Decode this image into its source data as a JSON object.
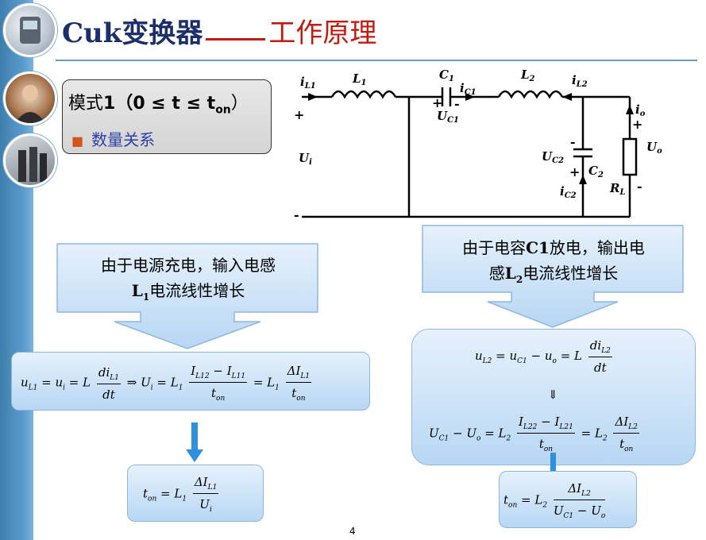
{
  "title": {
    "main": "Cuk变换器",
    "sub": "工作原理"
  },
  "mode": {
    "label": "模式",
    "number": "1",
    "condition": "（0 ≤ t ≤ t",
    "condition_sub": "on",
    "condition_end": "）",
    "sub_label": "数量关系"
  },
  "circuit": {
    "iL1": "i",
    "iL1_sub": "L1",
    "L1": "L",
    "L1_sub": "1",
    "C1": "C",
    "C1_sub": "1",
    "iC1": "i",
    "iC1_sub": "C1",
    "UC1": "U",
    "UC1_sub": "C1",
    "L2": "L",
    "L2_sub": "2",
    "iL2": "i",
    "iL2_sub": "L2",
    "io": "i",
    "io_sub": "o",
    "Uo": "U",
    "Uo_sub": "o",
    "UC2": "U",
    "UC2_sub": "C2",
    "C2": "C",
    "C2_sub": "2",
    "RL": "R",
    "RL_sub": "L",
    "iC2": "i",
    "iC2_sub": "C2",
    "Ui": "U",
    "Ui_sub": "i",
    "plus": "+",
    "minus": "-"
  },
  "left_note": {
    "line1": "由于电源充电，输入电感",
    "line2_prefix": "L",
    "line2_sub": "1",
    "line2_suffix": "电流线性增长"
  },
  "right_note": {
    "line1_prefix": "由于电容",
    "line1_bold": "C1",
    "line1_suffix": "放电，输出电",
    "line2_prefix": "感",
    "line2_bold": "L",
    "line2_sub": "2",
    "line2_suffix": "电流线性增长"
  },
  "page_number": "4"
}
